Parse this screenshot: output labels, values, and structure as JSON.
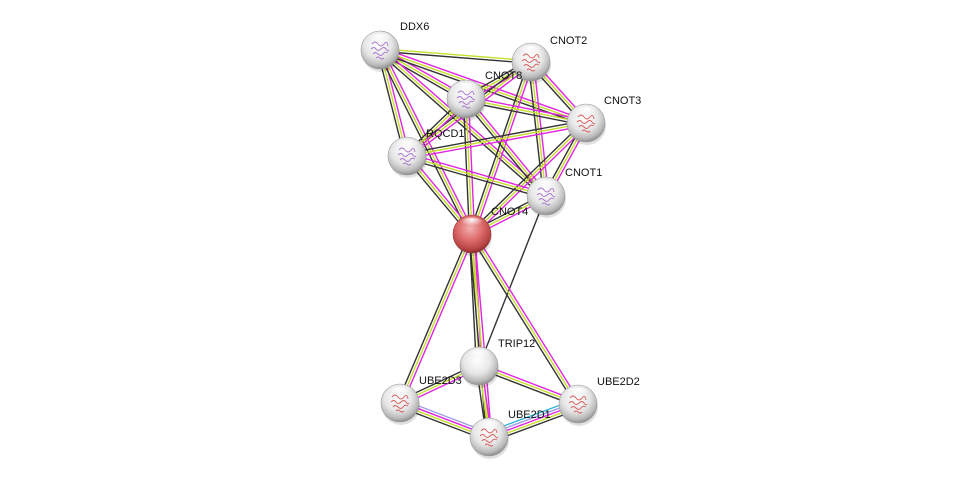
{
  "title": "Protein interaction network",
  "colors": {
    "textmining": "#c6dd2b",
    "experiments": "#e026e0",
    "coexpression": "#333333",
    "database": "#36b6d8",
    "homology": "#9e9ee8",
    "query_node": "#d65a5a",
    "neighbor_node": "#e8e8e8",
    "structure_purple": "#9b62c8",
    "structure_red": "#d24545"
  },
  "nodes": [
    {
      "id": "DDX6",
      "label": "DDX6",
      "kind": "neighbor",
      "structure": "purple"
    },
    {
      "id": "CNOT2",
      "label": "CNOT2",
      "kind": "neighbor",
      "structure": "red"
    },
    {
      "id": "CNOT8",
      "label": "CNOT8",
      "kind": "neighbor",
      "structure": "purple"
    },
    {
      "id": "CNOT3",
      "label": "CNOT3",
      "kind": "neighbor",
      "structure": "red"
    },
    {
      "id": "RQCD1",
      "label": "RQCD1",
      "kind": "neighbor",
      "structure": "purple"
    },
    {
      "id": "CNOT1",
      "label": "CNOT1",
      "kind": "neighbor",
      "structure": "purple"
    },
    {
      "id": "CNOT4",
      "label": "CNOT4",
      "kind": "query",
      "structure": "none"
    },
    {
      "id": "TRIP12",
      "label": "TRIP12",
      "kind": "neighbor",
      "structure": "none"
    },
    {
      "id": "UBE2D3",
      "label": "UBE2D3",
      "kind": "neighbor",
      "structure": "red"
    },
    {
      "id": "UBE2D2",
      "label": "UBE2D2",
      "kind": "neighbor",
      "structure": "red"
    },
    {
      "id": "UBE2D1",
      "label": "UBE2D1",
      "kind": "neighbor",
      "structure": "red"
    }
  ],
  "edges": [
    {
      "a": "DDX6",
      "b": "CNOT2",
      "types": [
        "textmining",
        "coexpression"
      ]
    },
    {
      "a": "DDX6",
      "b": "CNOT8",
      "types": [
        "experiments",
        "textmining",
        "coexpression"
      ]
    },
    {
      "a": "DDX6",
      "b": "CNOT3",
      "types": [
        "experiments",
        "textmining",
        "coexpression"
      ]
    },
    {
      "a": "DDX6",
      "b": "RQCD1",
      "types": [
        "experiments",
        "textmining",
        "coexpression"
      ]
    },
    {
      "a": "DDX6",
      "b": "CNOT1",
      "types": [
        "experiments",
        "textmining",
        "coexpression"
      ]
    },
    {
      "a": "DDX6",
      "b": "CNOT4",
      "types": [
        "experiments",
        "textmining",
        "coexpression"
      ]
    },
    {
      "a": "CNOT2",
      "b": "CNOT8",
      "types": [
        "experiments",
        "textmining",
        "coexpression"
      ]
    },
    {
      "a": "CNOT2",
      "b": "CNOT3",
      "types": [
        "experiments",
        "textmining",
        "coexpression"
      ]
    },
    {
      "a": "CNOT2",
      "b": "RQCD1",
      "types": [
        "experiments",
        "textmining",
        "coexpression"
      ]
    },
    {
      "a": "CNOT2",
      "b": "CNOT1",
      "types": [
        "experiments",
        "textmining",
        "coexpression"
      ]
    },
    {
      "a": "CNOT2",
      "b": "CNOT4",
      "types": [
        "experiments",
        "textmining",
        "coexpression"
      ]
    },
    {
      "a": "CNOT8",
      "b": "CNOT3",
      "types": [
        "experiments",
        "textmining",
        "coexpression"
      ]
    },
    {
      "a": "CNOT8",
      "b": "RQCD1",
      "types": [
        "experiments",
        "textmining",
        "coexpression"
      ]
    },
    {
      "a": "CNOT8",
      "b": "CNOT1",
      "types": [
        "experiments",
        "textmining",
        "coexpression"
      ]
    },
    {
      "a": "CNOT8",
      "b": "CNOT4",
      "types": [
        "experiments",
        "textmining",
        "coexpression"
      ]
    },
    {
      "a": "CNOT3",
      "b": "RQCD1",
      "types": [
        "experiments",
        "textmining",
        "coexpression"
      ]
    },
    {
      "a": "CNOT3",
      "b": "CNOT1",
      "types": [
        "experiments",
        "textmining",
        "coexpression"
      ]
    },
    {
      "a": "CNOT3",
      "b": "CNOT4",
      "types": [
        "experiments",
        "textmining",
        "coexpression"
      ]
    },
    {
      "a": "RQCD1",
      "b": "CNOT1",
      "types": [
        "experiments",
        "textmining",
        "coexpression"
      ]
    },
    {
      "a": "RQCD1",
      "b": "CNOT4",
      "types": [
        "experiments",
        "textmining",
        "coexpression"
      ]
    },
    {
      "a": "CNOT1",
      "b": "CNOT4",
      "types": [
        "experiments",
        "textmining",
        "coexpression"
      ]
    },
    {
      "a": "CNOT1",
      "b": "TRIP12",
      "types": [
        "coexpression"
      ]
    },
    {
      "a": "CNOT4",
      "b": "TRIP12",
      "types": [
        "experiments",
        "textmining",
        "coexpression"
      ]
    },
    {
      "a": "CNOT4",
      "b": "UBE2D3",
      "types": [
        "experiments",
        "textmining",
        "coexpression"
      ]
    },
    {
      "a": "CNOT4",
      "b": "UBE2D2",
      "types": [
        "experiments",
        "textmining",
        "coexpression"
      ]
    },
    {
      "a": "CNOT4",
      "b": "UBE2D1",
      "types": [
        "experiments",
        "textmining",
        "coexpression"
      ]
    },
    {
      "a": "TRIP12",
      "b": "UBE2D3",
      "types": [
        "experiments",
        "textmining",
        "coexpression"
      ]
    },
    {
      "a": "TRIP12",
      "b": "UBE2D2",
      "types": [
        "experiments",
        "textmining",
        "coexpression"
      ]
    },
    {
      "a": "TRIP12",
      "b": "UBE2D1",
      "types": [
        "experiments",
        "textmining",
        "coexpression"
      ]
    },
    {
      "a": "UBE2D3",
      "b": "UBE2D1",
      "types": [
        "homology",
        "experiments",
        "textmining",
        "coexpression"
      ]
    },
    {
      "a": "UBE2D1",
      "b": "UBE2D2",
      "types": [
        "database",
        "homology",
        "experiments",
        "textmining",
        "coexpression"
      ]
    }
  ]
}
